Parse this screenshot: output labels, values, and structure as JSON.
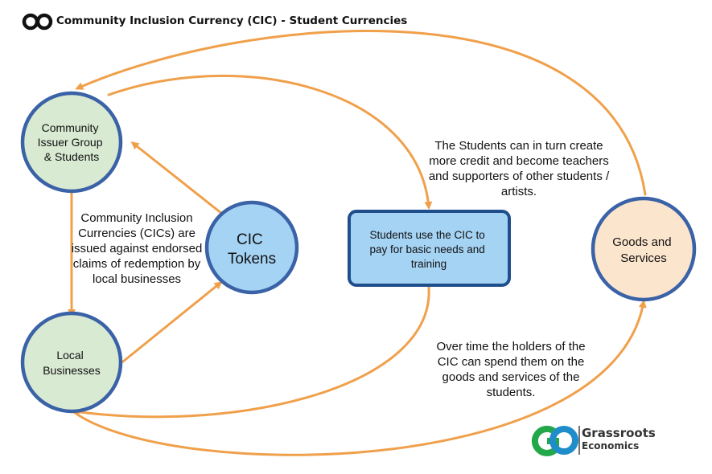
{
  "header": {
    "title": "Community Inclusion Currency (CIC) - Student Currencies"
  },
  "nodes": {
    "issuer": [
      "Community",
      "Issuer Group",
      "& Students"
    ],
    "tokens": [
      "CIC",
      "Tokens"
    ],
    "students_use": [
      "Students use the CIC to",
      "pay for basic needs and",
      "training"
    ],
    "goods": [
      "Goods and",
      "Services"
    ],
    "businesses": [
      "Local",
      "Businesses"
    ]
  },
  "notes": {
    "issuance": "Community Inclusion Currencies (CICs) are issued against endorsed claims of redemption by local businesses",
    "create_credit": "The Students can in turn create more credit and become teachers and supporters of other students / artists.",
    "spend": "Over time the holders of the CIC can spend them on the goods and services of the students."
  },
  "branding": {
    "line1": "Grassroots",
    "line2": "Economics"
  },
  "colors": {
    "arrow": "#f0a04b",
    "node_border": "#3a62a6",
    "issuer_fill": "#d9ead3",
    "tokens_fill": "#a5d3f4",
    "goods_fill": "#fce5cd",
    "logo_green": "#22a84a",
    "logo_blue": "#1f8dc9"
  }
}
